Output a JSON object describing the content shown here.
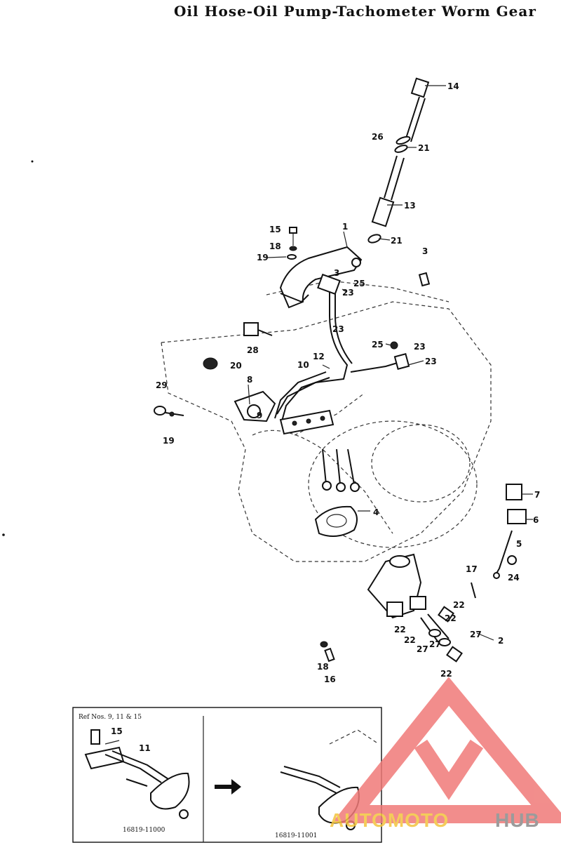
{
  "title": "Oil Hose-Oil Pump-Tachometer Worm Gear",
  "callouts": [
    {
      "label": "14"
    },
    {
      "label": "26"
    },
    {
      "label": "21"
    },
    {
      "label": "13"
    },
    {
      "label": "21"
    },
    {
      "label": "1"
    },
    {
      "label": "15"
    },
    {
      "label": "18"
    },
    {
      "label": "19"
    },
    {
      "label": "3"
    },
    {
      "label": "3"
    },
    {
      "label": "25"
    },
    {
      "label": "23"
    },
    {
      "label": "23"
    },
    {
      "label": "25"
    },
    {
      "label": "23"
    },
    {
      "label": "23"
    },
    {
      "label": "28"
    },
    {
      "label": "20"
    },
    {
      "label": "10"
    },
    {
      "label": "12"
    },
    {
      "label": "8"
    },
    {
      "label": "29"
    },
    {
      "label": "9"
    },
    {
      "label": "19"
    },
    {
      "label": "4"
    },
    {
      "label": "7"
    },
    {
      "label": "6"
    },
    {
      "label": "5"
    },
    {
      "label": "24"
    },
    {
      "label": "17"
    },
    {
      "label": "22"
    },
    {
      "label": "22"
    },
    {
      "label": "27"
    },
    {
      "label": "2"
    },
    {
      "label": "22"
    },
    {
      "label": "22"
    },
    {
      "label": "27"
    },
    {
      "label": "27"
    },
    {
      "label": "22"
    },
    {
      "label": "18"
    },
    {
      "label": "16"
    }
  ],
  "inset": {
    "ref_note": "Ref Nos. 9, 11 & 15",
    "labels": [
      {
        "label": "15"
      },
      {
        "label": "11"
      }
    ],
    "part_numbers": [
      "16819-11000",
      "16819-11001"
    ]
  },
  "watermark": {
    "part1": "AUTOMOTO",
    "part2": "HUB",
    "color_triangle": "#f07a78",
    "color_auto": "#f3c43e",
    "color_hub": "#8a8a8a"
  }
}
